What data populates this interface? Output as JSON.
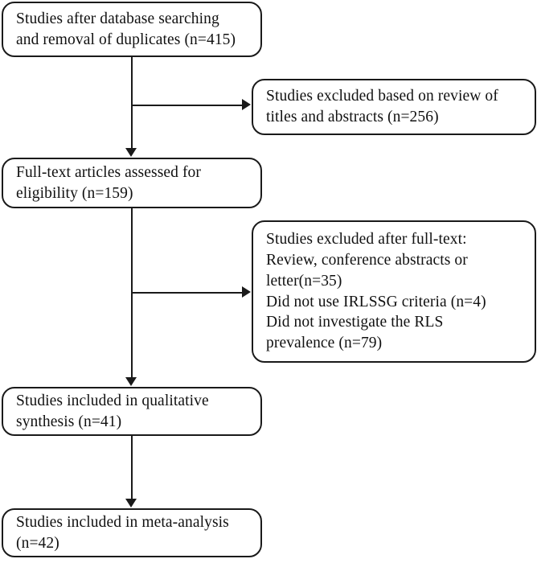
{
  "diagram": {
    "type": "prisma-flow-diagram",
    "title": "",
    "background_color": "#ffffff",
    "line_color": "#1a1a1a",
    "text_color": "#111111",
    "nodes": [
      {
        "id": "identification",
        "name": "studies-after-database-searching",
        "text": "Studies after database searching\nand removal of duplicates (n=415)",
        "count": 415
      },
      {
        "id": "excluded-titles",
        "name": "studies-excluded-titles-abstracts",
        "text": "Studies excluded based on review of\ntitles and abstracts (n=256)",
        "count": 256
      },
      {
        "id": "fulltext",
        "name": "full-text-articles-assessed",
        "text": "Full-text articles assessed for\neligibility (n=159)",
        "count": 159
      },
      {
        "id": "excluded-fulltext",
        "name": "studies-excluded-after-full-text",
        "text": "Studies excluded after full-text:\nReview, conference abstracts or\nletter(n=35)\nDid not use IRLSSG criteria (n=4)\nDid not investigate the RLS\nprevalence (n=79)",
        "counts": [
          35,
          4,
          79
        ]
      },
      {
        "id": "qualitative",
        "name": "studies-included-qualitative-synthesis",
        "text": "Studies included in qualitative\nsynthesis (n=41)",
        "count": 41
      },
      {
        "id": "meta",
        "name": "studies-included-meta-analysis",
        "text": "Studies included in meta-analysis\n(n=42)",
        "count": 42
      }
    ],
    "edges": [
      {
        "from": "identification",
        "to": "excluded-titles",
        "kind": "branch-right"
      },
      {
        "from": "identification",
        "to": "fulltext",
        "kind": "down"
      },
      {
        "from": "fulltext",
        "to": "excluded-fulltext",
        "kind": "branch-right"
      },
      {
        "from": "fulltext",
        "to": "qualitative",
        "kind": "down"
      },
      {
        "from": "qualitative",
        "to": "meta",
        "kind": "down"
      }
    ]
  }
}
